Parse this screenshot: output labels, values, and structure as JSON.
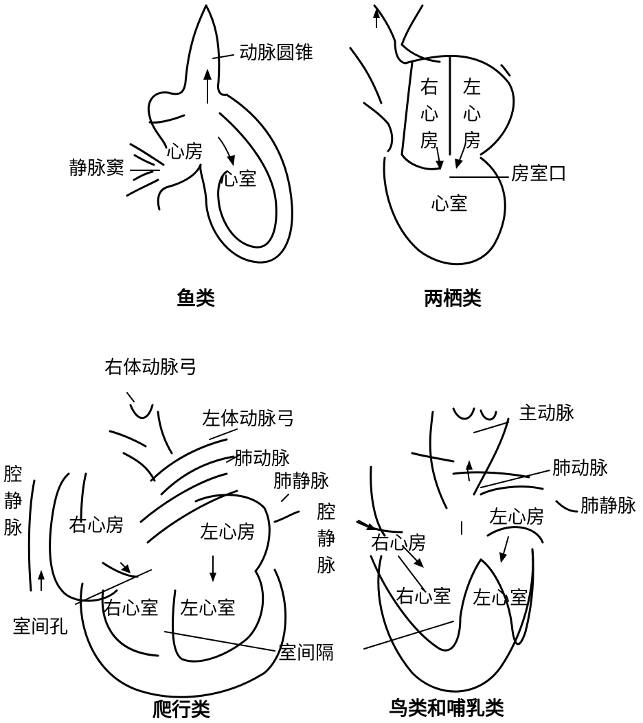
{
  "panels": {
    "fish": {
      "title": "鱼类",
      "labels": {
        "conus": "动脉圆锥",
        "atrium": "心房",
        "sinus": "静脉窦",
        "ventricle": "心室"
      }
    },
    "amphibian": {
      "title": "两栖类",
      "labels": {
        "right_atrium": "右心房",
        "left_atrium": "左心房",
        "av_opening": "房室口",
        "ventricle": "心室"
      }
    },
    "reptile": {
      "title": "爬行类",
      "labels": {
        "right_aortic_arch": "右体动脉弓",
        "left_aortic_arch": "左体动脉弓",
        "pulmonary_artery": "肺动脉",
        "pulmonary_vein": "肺静脉",
        "vena_cava": "腔静脉",
        "right_atrium": "右心房",
        "left_atrium": "左心房",
        "interventricular_foramen": "室间孔",
        "right_ventricle": "右心室",
        "left_ventricle": "左心室",
        "septum": "室间隔"
      }
    },
    "bird_mammal": {
      "title": "鸟类和哺乳类",
      "labels": {
        "aorta": "主动脉",
        "pulmonary_artery": "肺动脉",
        "pulmonary_vein": "肺静脉",
        "vena_cava": "腔静脉",
        "right_atrium": "右心房",
        "left_atrium": "左心房",
        "right_ventricle": "右心室",
        "left_ventricle": "左心室"
      }
    }
  }
}
